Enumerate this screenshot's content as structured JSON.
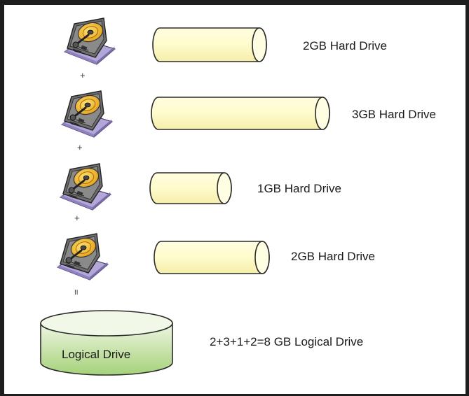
{
  "drives": [
    {
      "label": "2GB Hard Drive",
      "capacity_gb": 2
    },
    {
      "label": "3GB Hard Drive",
      "capacity_gb": 3
    },
    {
      "label": "1GB Hard Drive",
      "capacity_gb": 1
    },
    {
      "label": "2GB Hard Drive",
      "capacity_gb": 2
    }
  ],
  "operators": [
    "+",
    "+",
    "+",
    "II"
  ],
  "logical_drive": {
    "label": "Logical Drive",
    "summary": "2+3+1+2=8 GB Logical Drive"
  },
  "colors": {
    "cylinder_fill": "#fffccf",
    "cylinder_stroke": "#2a2a2a",
    "logical_top": "#f0f7e6",
    "logical_body": "#b5db8a",
    "platter": "#f2b21a",
    "hdd_base": "#a99bd0",
    "frame": "#1e1e1e"
  }
}
